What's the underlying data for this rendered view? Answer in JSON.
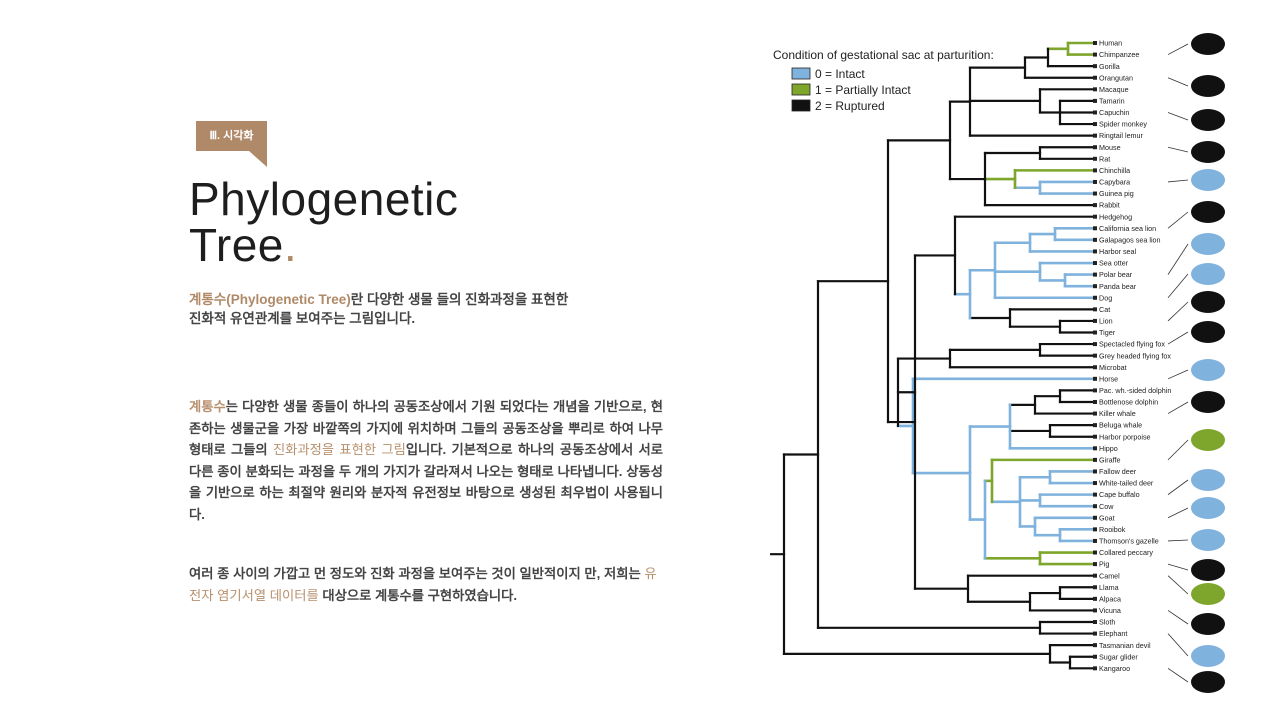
{
  "section_badge": "Ⅲ. 시각화",
  "title_line1": "Phylogenetic",
  "title_line2": "Tree",
  "title_dot": ".",
  "intro": {
    "highlight": "계통수(Phylogenetic Tree)",
    "rest1": "란 다양한 생물 들의 진화과정을 표현한",
    "rest2": "진화적 유연관계를 보여주는 그림입니다."
  },
  "para1": {
    "hl1": "계통수",
    "t1": "는 다양한 생물 종들이 하나의 공동조상에서 기원 되었다는 개념을 기반으로, 현존하는 생물군을 가장 바깥쪽의 가지에 위치하며 그들의 공동조상을 뿌리로 하여 나무 형태로 그들의 ",
    "hl2": "진화과정을 표현한 그림",
    "t2": "입니다. 기본적으로 하나의 공동조상에서 서로 다른 종이 분화되는 과정을 두 개의 가지가 갈라져서 나오는 형태로 나타냅니다. 상동성을 기반으로 하는 최절약 원리와 분자적 유전정보 바탕으로 생성된 최우법이 사용됩니다."
  },
  "para2": {
    "t1": "여러 종 사이의 가깝고 먼 정도와 진화 과정을 보여주는 것이 일반적이지 만, 저희는 ",
    "hl": "유전자 염기서열 데이터를",
    "t2": " 대상으로 계통수를 구현하였습니다."
  },
  "figure": {
    "legend_title": "Condition of gestational sac at parturition:",
    "legend": [
      {
        "label": "0 = Intact",
        "color": "#7fb2dc"
      },
      {
        "label": "1 = Partially Intact",
        "color": "#7ea62c"
      },
      {
        "label": "2 = Ruptured",
        "color": "#111111"
      }
    ],
    "taxa": [
      "Human",
      "Chimpanzee",
      "Gorilla",
      "Orangutan",
      "Macaque",
      "Tamarin",
      "Capuchin",
      "Spider monkey",
      "Ringtail lemur",
      "Mouse",
      "Rat",
      "Chinchilla",
      "Capybara",
      "Guinea pig",
      "Rabbit",
      "Hedgehog",
      "California sea lion",
      "Galapagos sea lion",
      "Harbor seal",
      "Sea otter",
      "Polar bear",
      "Panda bear",
      "Dog",
      "Cat",
      "Lion",
      "Tiger",
      "Spectacled flying fox",
      "Grey headed flying fox",
      "Microbat",
      "Horse",
      "Pac. wh.-sided dolphin",
      "Bottlenose dolphin",
      "Killer whale",
      "Beluga whale",
      "Harbor porpoise",
      "Hippo",
      "Giraffe",
      "Fallow deer",
      "White-tailed deer",
      "Cape buffalo",
      "Cow",
      "Goat",
      "Rooibok",
      "Thomson's gazelle",
      "Collared peccary",
      "Pig",
      "Camel",
      "Llama",
      "Alpaca",
      "Vicuna",
      "Sloth",
      "Elephant",
      "Tasmanian devil",
      "Sugar glider",
      "Kangaroo"
    ]
  }
}
